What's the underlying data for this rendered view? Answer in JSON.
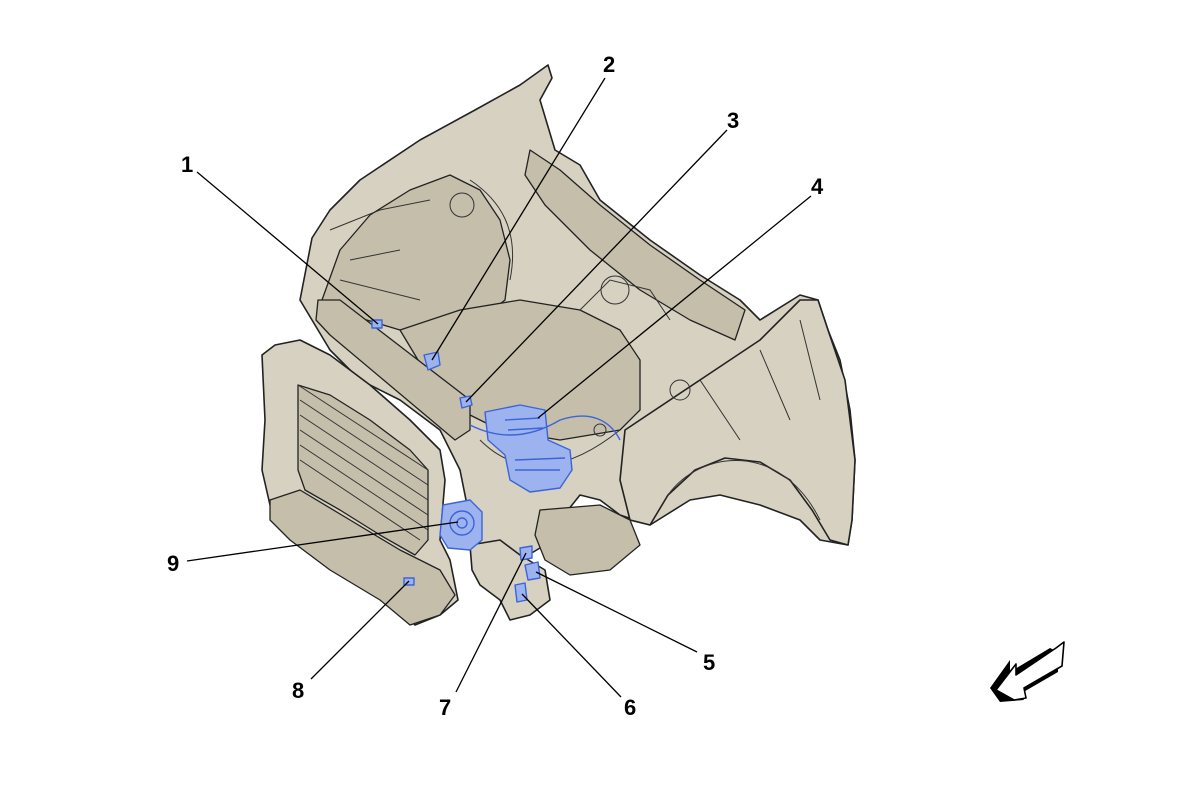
{
  "callouts": [
    {
      "id": "1",
      "label": "1"
    },
    {
      "id": "2",
      "label": "2"
    },
    {
      "id": "3",
      "label": "3"
    },
    {
      "id": "4",
      "label": "4"
    },
    {
      "id": "5",
      "label": "5"
    },
    {
      "id": "6",
      "label": "6"
    },
    {
      "id": "7",
      "label": "7"
    },
    {
      "id": "8",
      "label": "8"
    },
    {
      "id": "9",
      "label": "9"
    }
  ],
  "colors": {
    "body": "#d6d1c0",
    "highlight": "#9db3ef",
    "highlight_stroke": "#3c64d8",
    "line": "#000000"
  },
  "icons": {
    "direction_arrow": "direction-arrow-icon"
  }
}
